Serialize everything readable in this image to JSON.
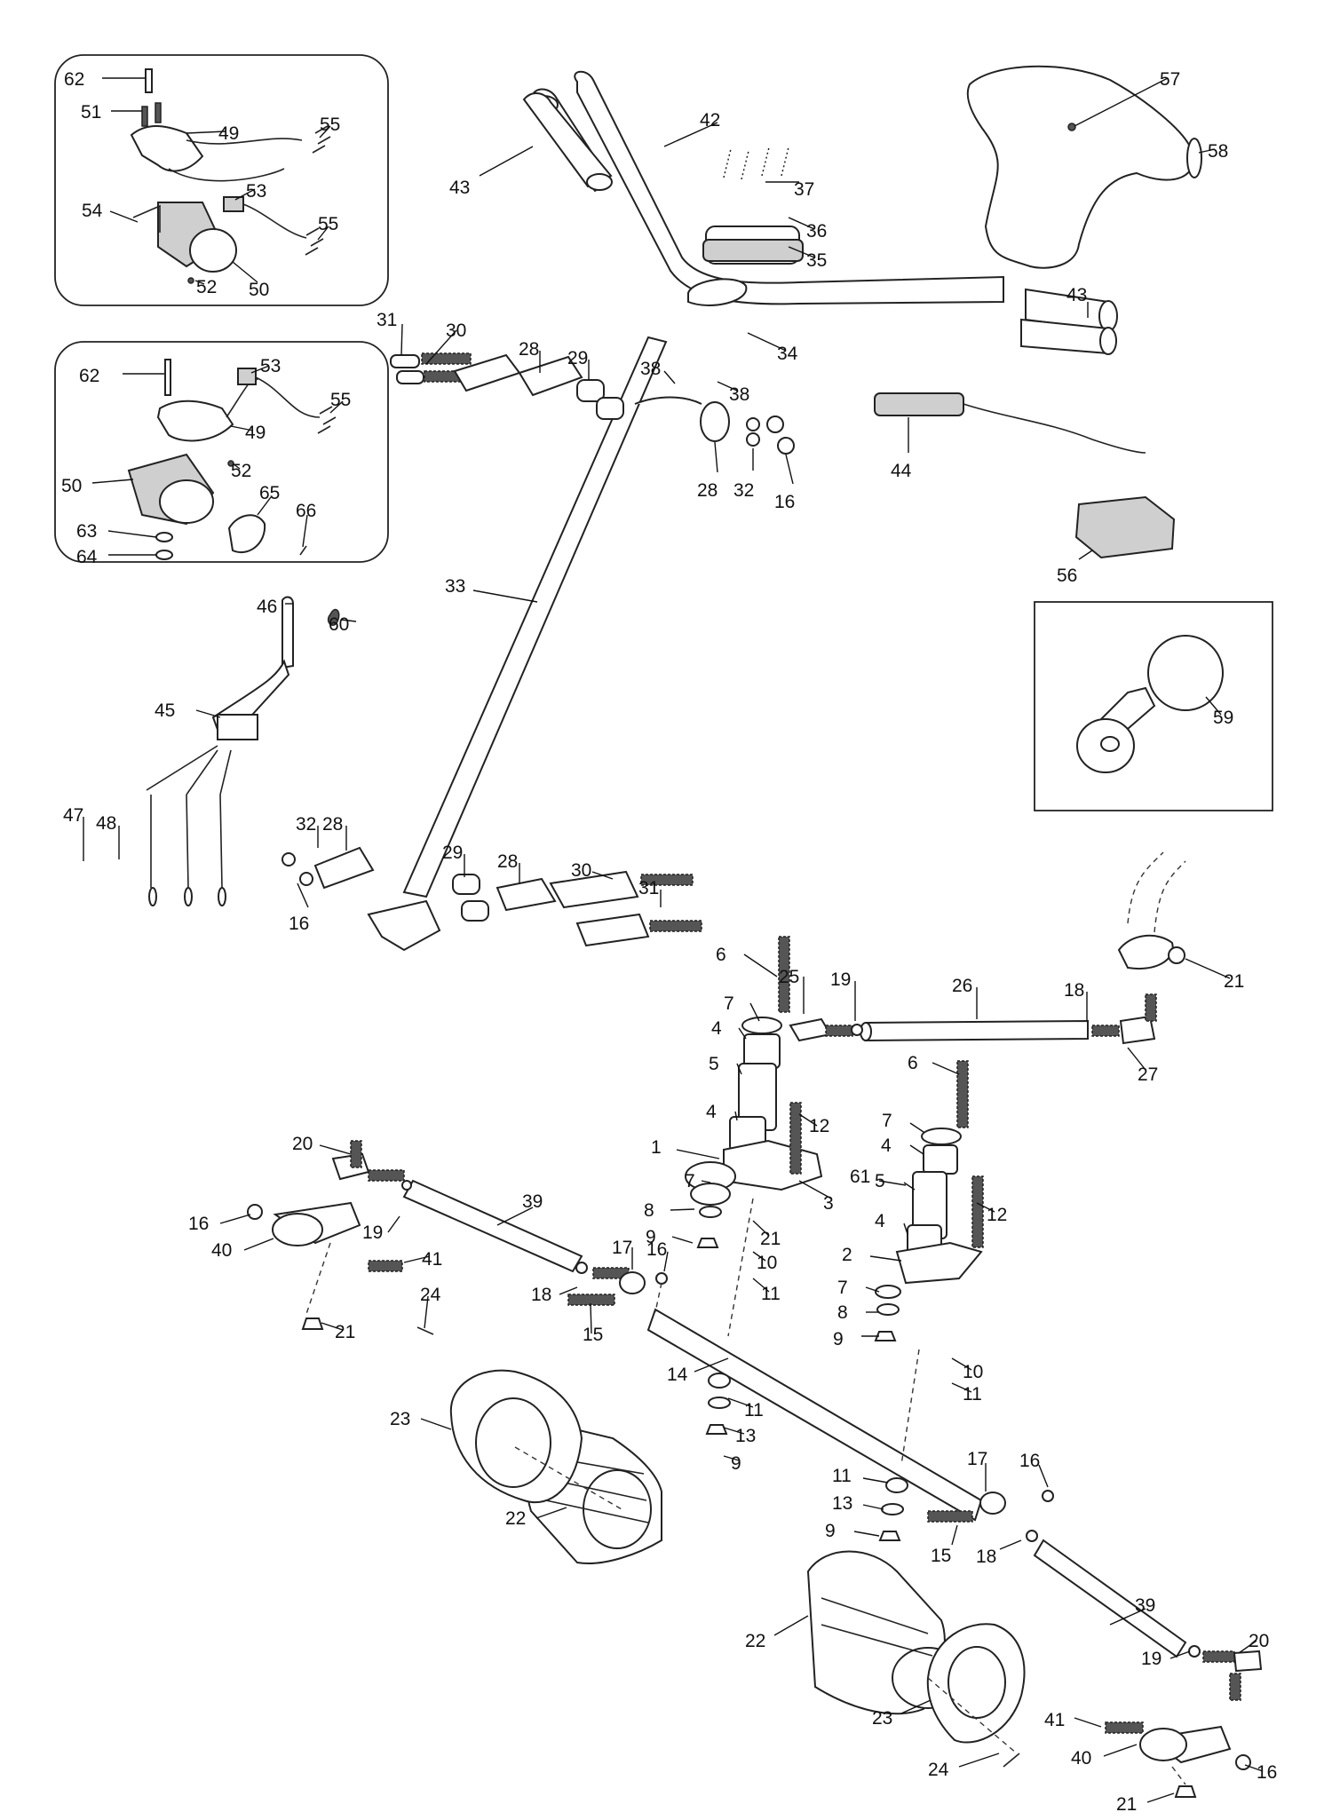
{
  "callouts": [
    {
      "n": "62",
      "id": "c62a"
    },
    {
      "n": "51",
      "id": "c51"
    },
    {
      "n": "49",
      "id": "c49a"
    },
    {
      "n": "55",
      "id": "c55a"
    },
    {
      "n": "54",
      "id": "c54"
    },
    {
      "n": "53",
      "id": "c53a"
    },
    {
      "n": "55",
      "id": "c55b"
    },
    {
      "n": "52",
      "id": "c52a"
    },
    {
      "n": "50",
      "id": "c50a"
    },
    {
      "n": "62",
      "id": "c62b"
    },
    {
      "n": "53",
      "id": "c53b"
    },
    {
      "n": "55",
      "id": "c55c"
    },
    {
      "n": "49",
      "id": "c49b"
    },
    {
      "n": "50",
      "id": "c50b"
    },
    {
      "n": "52",
      "id": "c52b"
    },
    {
      "n": "65",
      "id": "c65"
    },
    {
      "n": "63",
      "id": "c63"
    },
    {
      "n": "66",
      "id": "c66"
    },
    {
      "n": "64",
      "id": "c64"
    },
    {
      "n": "43",
      "id": "c43a"
    },
    {
      "n": "42",
      "id": "c42"
    },
    {
      "n": "37",
      "id": "c37"
    },
    {
      "n": "36",
      "id": "c36"
    },
    {
      "n": "35",
      "id": "c35"
    },
    {
      "n": "57",
      "id": "c57"
    },
    {
      "n": "58",
      "id": "c58"
    },
    {
      "n": "43",
      "id": "c43b"
    },
    {
      "n": "34",
      "id": "c34"
    },
    {
      "n": "31",
      "id": "c31a"
    },
    {
      "n": "30",
      "id": "c30a"
    },
    {
      "n": "28",
      "id": "c28a"
    },
    {
      "n": "29",
      "id": "c29a"
    },
    {
      "n": "38",
      "id": "c38a"
    },
    {
      "n": "38",
      "id": "c38b"
    },
    {
      "n": "28",
      "id": "c28b"
    },
    {
      "n": "32",
      "id": "c32a"
    },
    {
      "n": "16",
      "id": "c16a"
    },
    {
      "n": "44",
      "id": "c44"
    },
    {
      "n": "56",
      "id": "c56"
    },
    {
      "n": "33",
      "id": "c33"
    },
    {
      "n": "46",
      "id": "c46"
    },
    {
      "n": "60",
      "id": "c60"
    },
    {
      "n": "59",
      "id": "c59"
    },
    {
      "n": "45",
      "id": "c45"
    },
    {
      "n": "47",
      "id": "c47"
    },
    {
      "n": "48",
      "id": "c48"
    },
    {
      "n": "32",
      "id": "c32b"
    },
    {
      "n": "28",
      "id": "c28c"
    },
    {
      "n": "29",
      "id": "c29b"
    },
    {
      "n": "28",
      "id": "c28d"
    },
    {
      "n": "30",
      "id": "c30b"
    },
    {
      "n": "31",
      "id": "c31b"
    },
    {
      "n": "16",
      "id": "c16b"
    },
    {
      "n": "6",
      "id": "c6a"
    },
    {
      "n": "25",
      "id": "c25"
    },
    {
      "n": "19",
      "id": "c19a"
    },
    {
      "n": "26",
      "id": "c26"
    },
    {
      "n": "18",
      "id": "c18a"
    },
    {
      "n": "21",
      "id": "c21a"
    },
    {
      "n": "7",
      "id": "c7a"
    },
    {
      "n": "4",
      "id": "c4a"
    },
    {
      "n": "27",
      "id": "c27"
    },
    {
      "n": "5",
      "id": "c5a"
    },
    {
      "n": "6",
      "id": "c6b"
    },
    {
      "n": "4",
      "id": "c4b"
    },
    {
      "n": "12",
      "id": "c12a"
    },
    {
      "n": "7",
      "id": "c7b"
    },
    {
      "n": "4",
      "id": "c4c"
    },
    {
      "n": "20",
      "id": "c20a"
    },
    {
      "n": "1",
      "id": "c1"
    },
    {
      "n": "61",
      "id": "c61"
    },
    {
      "n": "5",
      "id": "c5b"
    },
    {
      "n": "7",
      "id": "c7c"
    },
    {
      "n": "3",
      "id": "c3"
    },
    {
      "n": "12",
      "id": "c12b"
    },
    {
      "n": "16",
      "id": "c16c"
    },
    {
      "n": "19",
      "id": "c19b"
    },
    {
      "n": "39",
      "id": "c39a"
    },
    {
      "n": "8",
      "id": "c8a"
    },
    {
      "n": "21",
      "id": "c21b"
    },
    {
      "n": "4",
      "id": "c4d"
    },
    {
      "n": "40",
      "id": "c40a"
    },
    {
      "n": "9",
      "id": "c9a"
    },
    {
      "n": "10",
      "id": "c10a"
    },
    {
      "n": "2",
      "id": "c2"
    },
    {
      "n": "41",
      "id": "c41a"
    },
    {
      "n": "17",
      "id": "c17a"
    },
    {
      "n": "16",
      "id": "c16d"
    },
    {
      "n": "11",
      "id": "c11a"
    },
    {
      "n": "7",
      "id": "c7d"
    },
    {
      "n": "18",
      "id": "c18b"
    },
    {
      "n": "8",
      "id": "c8b"
    },
    {
      "n": "15",
      "id": "c15a"
    },
    {
      "n": "21",
      "id": "c21c"
    },
    {
      "n": "9",
      "id": "c9b"
    },
    {
      "n": "24",
      "id": "c24a"
    },
    {
      "n": "10",
      "id": "c10b"
    },
    {
      "n": "14",
      "id": "c14"
    },
    {
      "n": "11",
      "id": "c11b"
    },
    {
      "n": "11",
      "id": "c11c"
    },
    {
      "n": "23",
      "id": "c23a"
    },
    {
      "n": "13",
      "id": "c13a"
    },
    {
      "n": "9",
      "id": "c9c"
    },
    {
      "n": "17",
      "id": "c17b"
    },
    {
      "n": "16",
      "id": "c16e"
    },
    {
      "n": "22",
      "id": "c22a"
    },
    {
      "n": "11",
      "id": "c11d"
    },
    {
      "n": "13",
      "id": "c13b"
    },
    {
      "n": "9",
      "id": "c9d"
    },
    {
      "n": "15",
      "id": "c15b"
    },
    {
      "n": "18",
      "id": "c18c"
    },
    {
      "n": "39",
      "id": "c39b"
    },
    {
      "n": "22",
      "id": "c22b"
    },
    {
      "n": "19",
      "id": "c19c"
    },
    {
      "n": "20",
      "id": "c20b"
    },
    {
      "n": "41",
      "id": "c41b"
    },
    {
      "n": "23",
      "id": "c23b"
    },
    {
      "n": "40",
      "id": "c40b"
    },
    {
      "n": "24",
      "id": "c24b"
    },
    {
      "n": "16",
      "id": "c16f"
    },
    {
      "n": "21",
      "id": "c21d"
    }
  ]
}
